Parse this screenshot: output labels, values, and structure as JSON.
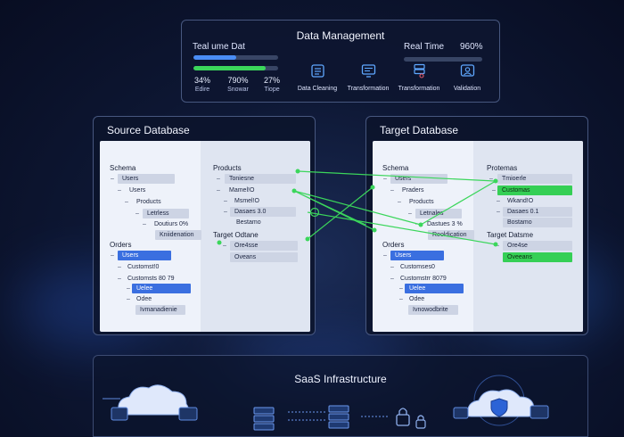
{
  "top": {
    "title": "Data Management",
    "left_label": "Teal ume Dat",
    "right_label": "Real Time",
    "right_value": "960%",
    "bars": [
      {
        "name": "bar-a",
        "fraction": 0.5,
        "color": "#4a8df5"
      },
      {
        "name": "bar-b",
        "fraction": 0.85,
        "color": "#3bd65b"
      },
      {
        "name": "bar-c",
        "fraction": 0.0,
        "color": "#4a8df5"
      }
    ],
    "metrics": [
      {
        "value": "34%",
        "label": "Edire"
      },
      {
        "value": "790%",
        "label": "Snowar"
      },
      {
        "value": "27%",
        "label": "Tiope"
      }
    ],
    "tools": [
      {
        "label": "Data Cleaning",
        "icon": "database-clean-icon"
      },
      {
        "label": "Transformation",
        "icon": "transform-icon"
      },
      {
        "label": "Transformation",
        "icon": "server-transform-icon"
      },
      {
        "label": "Validation",
        "icon": "validation-icon"
      }
    ]
  },
  "source": {
    "title": "Source Database",
    "schema_label": "Schema",
    "schema_rows": [
      "Users",
      "Users",
      "Products",
      "Letrless",
      "Doutiurs 0%",
      "Kniidenation"
    ],
    "orders_label": "Orders",
    "orders_rows": [
      "Users",
      "Customst!0",
      "Customsts 80 79",
      "Uelee",
      "Odee",
      "Ivmanadienie"
    ],
    "products_label": "Products",
    "products_rows": [
      "Toniesne",
      "Mamel!O",
      "Msmel!O",
      "Dasaes 3.0",
      "Bestamo"
    ],
    "target_label": "Target Odtane",
    "target_rows": [
      "Ore4sse",
      "Oveans"
    ]
  },
  "target": {
    "title": "Target Database",
    "schema_label": "Schema",
    "schema_rows": [
      "Users",
      "Praders",
      "Products",
      "Letnales",
      "Dastues 3 %",
      "Reoldication"
    ],
    "orders_label": "Orders",
    "orders_rows": [
      "Users",
      "Customses0",
      "Customstrr 8079",
      "Uelee",
      "Odee",
      "Ivnowodbrite"
    ],
    "products_label": "Protemas",
    "products_rows": [
      "Tmioerle",
      "Customas",
      "Wkand!O",
      "Dasaes 0.1",
      "Bostamo"
    ],
    "target_label": "Target Datsme",
    "target_rows": [
      "Ore4se",
      "Oveeans"
    ]
  },
  "bottom": {
    "title": "SaaS Infrastructure"
  },
  "colors": {
    "accent_blue": "#3a6fe0",
    "accent_green": "#35cf55",
    "panel_border": "#47577f"
  }
}
